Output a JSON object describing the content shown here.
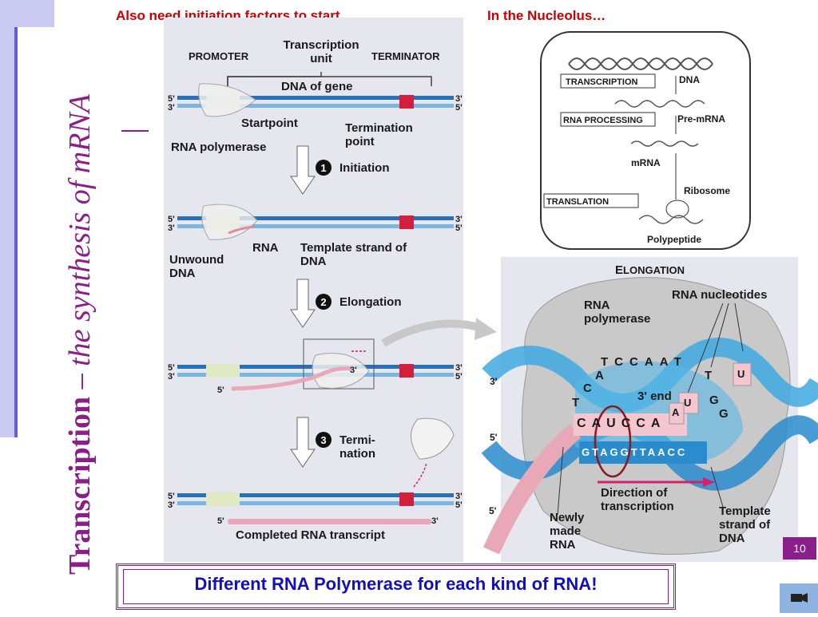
{
  "slide": {
    "title_bold": "Transcription",
    "title_dash": " – ",
    "title_italic": "the synthesis of mRNA",
    "note_initiation": "Also need initiation factors to start…",
    "note_nucleolus": "In the Nucleolus…",
    "slide_number": "10",
    "bottom_text": "Different RNA Polymerase for each kind of RNA!"
  },
  "left_figure": {
    "promoter": "PROMOTER",
    "transcription_unit": "Transcription unit",
    "terminator": "TERMINATOR",
    "dna_of_gene": "DNA of gene",
    "startpoint": "Startpoint",
    "termination_point": "Termination point",
    "rna_polymerase": "RNA polymerase",
    "step1_num": "1",
    "step1": "Initiation",
    "unwound_dna": "Unwound DNA",
    "rna": "RNA",
    "template_strand": "Template strand of DNA",
    "step2_num": "2",
    "step2": "Elongation",
    "step3_num": "3",
    "step3": "Termi- nation",
    "completed": "Completed RNA transcript",
    "p5": "5'",
    "p3": "3'"
  },
  "nucleolus_figure": {
    "transcription": "TRANSCRIPTION",
    "dna": "DNA",
    "rna_processing": "RNA PROCESSING",
    "pre_mrna": "Pre-mRNA",
    "mrna": "mRNA",
    "translation": "TRANSLATION",
    "ribosome": "Ribosome",
    "polypeptide": "Polypeptide"
  },
  "elongation_figure": {
    "title_cap": "E",
    "title_rest": "LONGATION",
    "rna_polymerase": "RNA polymerase",
    "rna_nucleotides": "RNA nucleotides",
    "three_end": "3' end",
    "direction": "Direction of transcription",
    "template": "Template strand of DNA",
    "newly_made": "Newly made RNA",
    "top_bases": [
      "T",
      "C",
      "C",
      "A",
      "A",
      "T"
    ],
    "left_bases": [
      "T",
      "C",
      "A"
    ],
    "right_bases": [
      "T",
      "G",
      "G"
    ],
    "rna_bases": [
      "C",
      "A",
      "U",
      "C",
      "C",
      "A"
    ],
    "bottom_bases": [
      "G",
      "T",
      "A",
      "G",
      "G",
      "T",
      "T",
      "A",
      "A",
      "C",
      "C"
    ],
    "free_nts": [
      "A",
      "U",
      "U"
    ],
    "p3": "3'",
    "p5": "5'"
  },
  "colors": {
    "accent": "#8a1f8a",
    "note": "#cc0000",
    "bottom_text": "#1010c0",
    "panel": "#e6e6ee"
  }
}
